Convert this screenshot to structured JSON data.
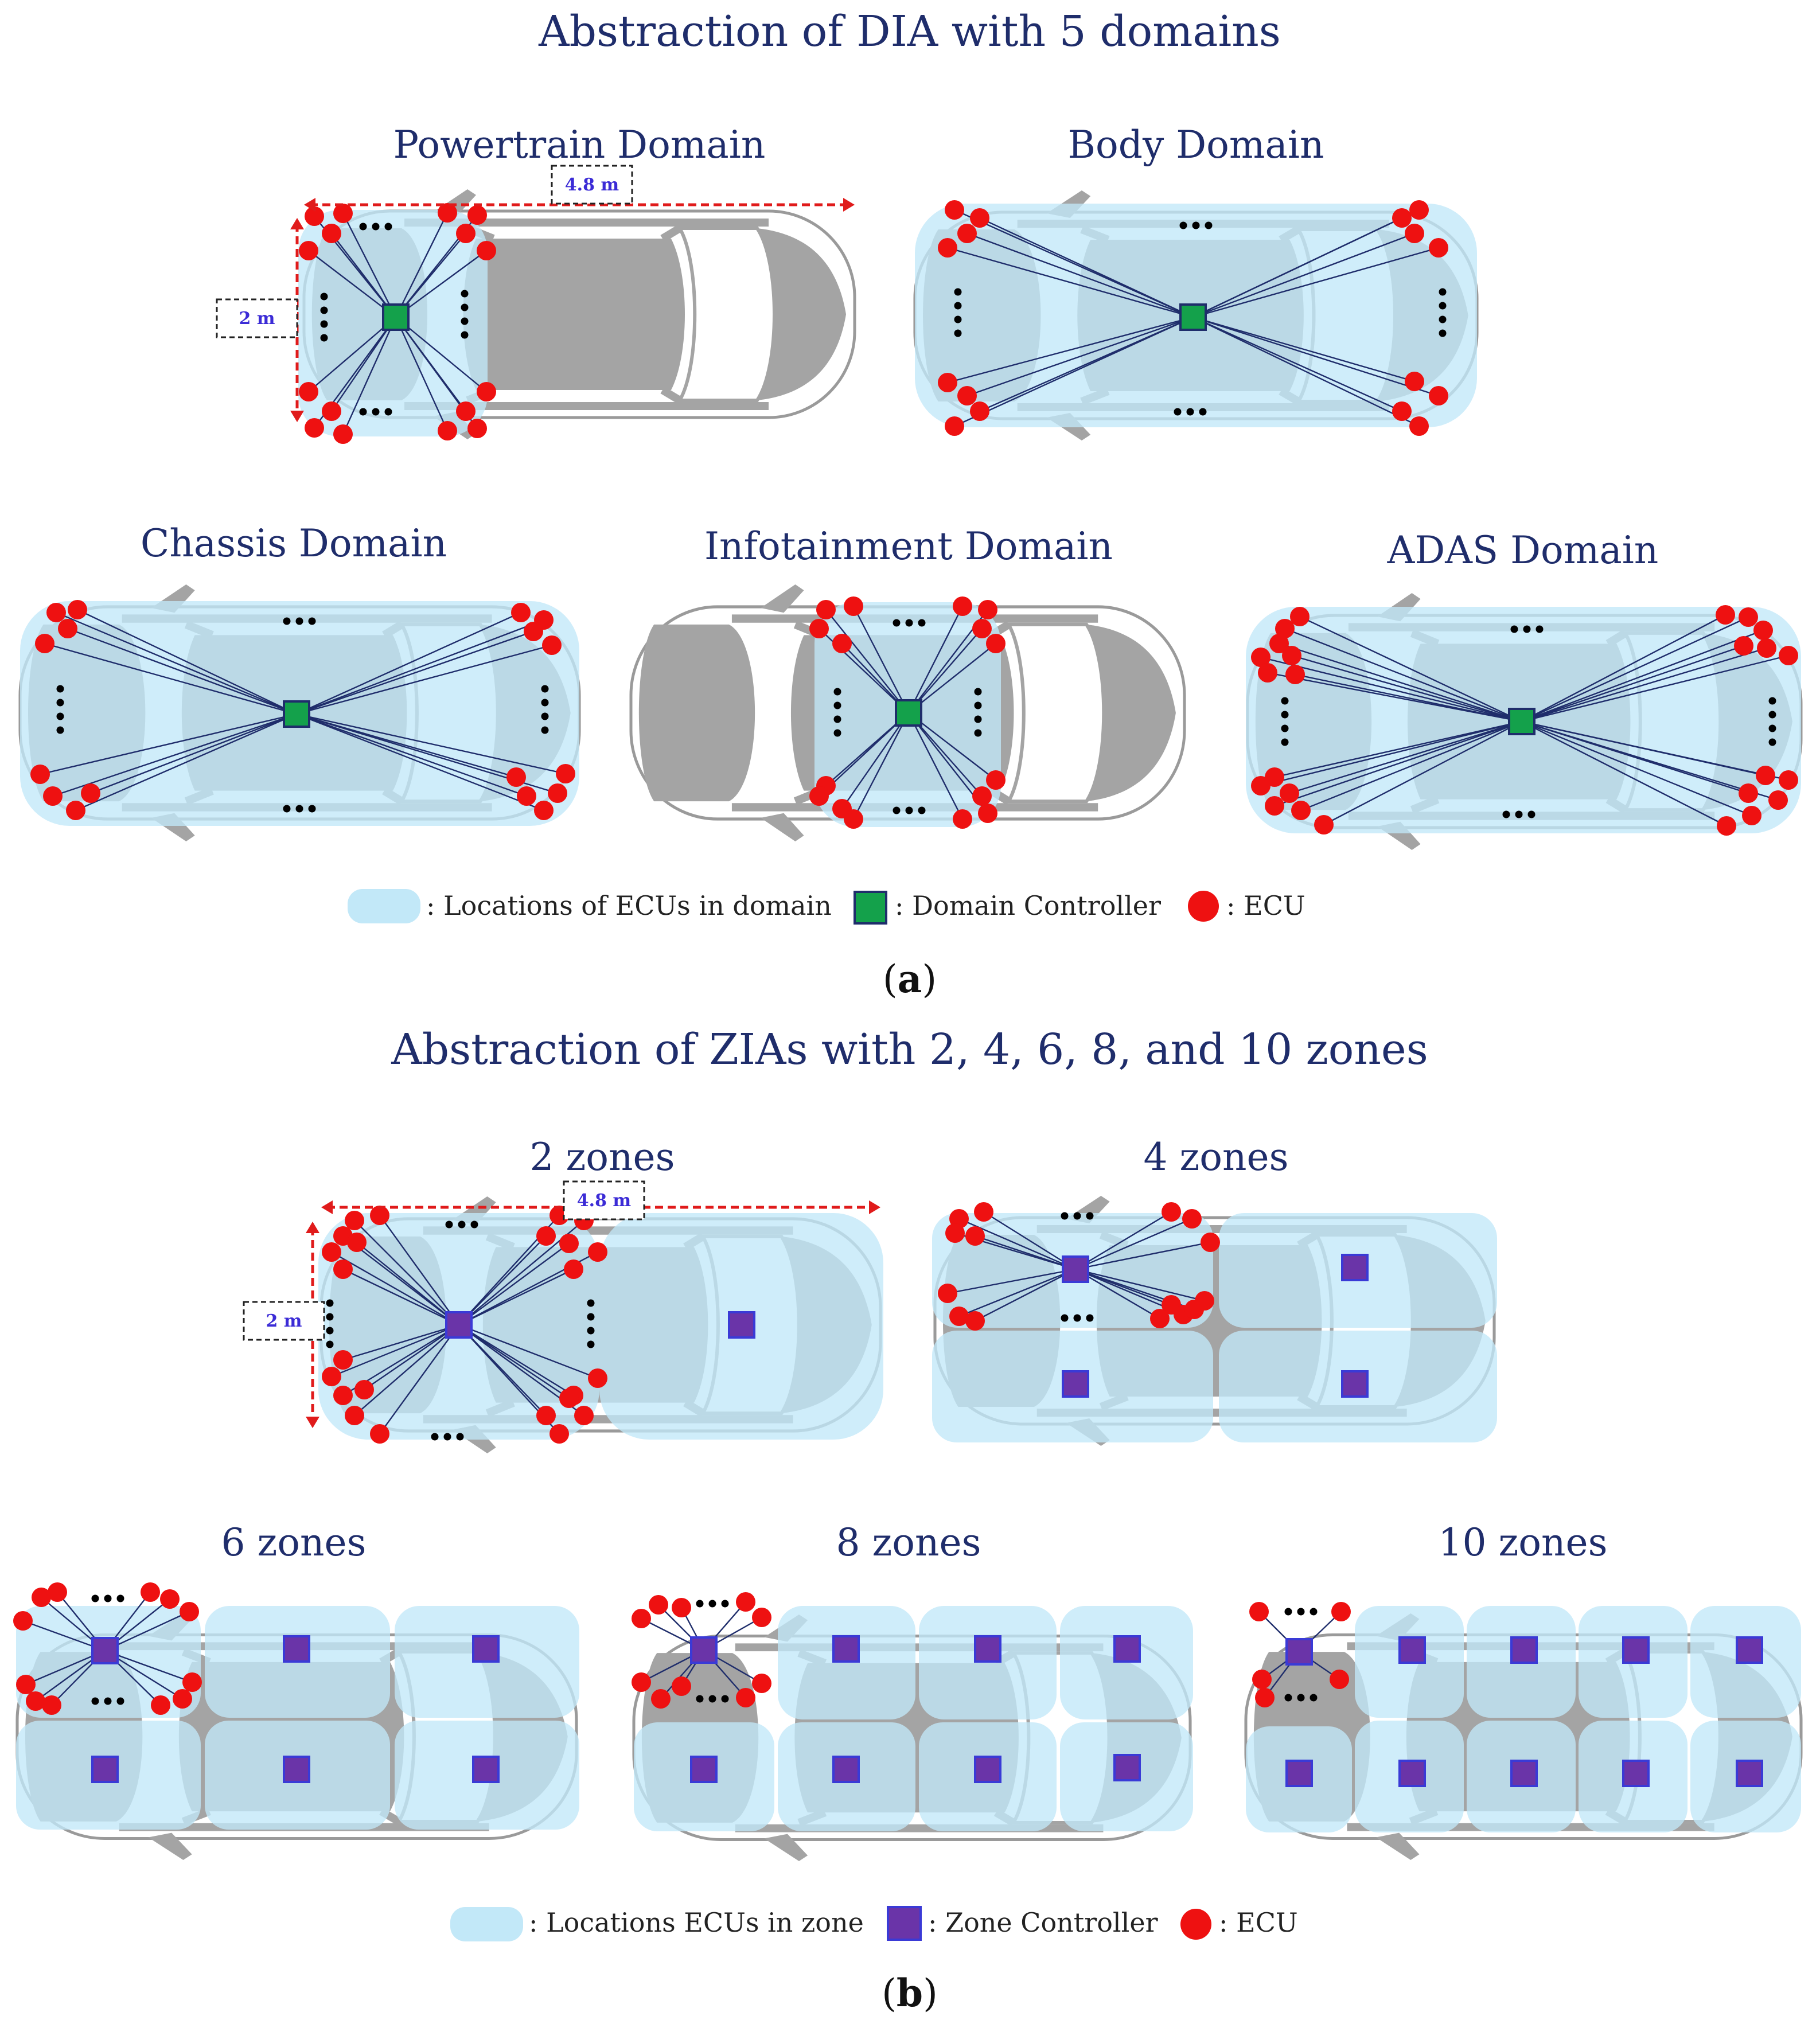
{
  "section_a": {
    "title": "Abstraction of DIA with 5 domains",
    "caption_open": "(",
    "caption_letter": "a",
    "caption_close": ")",
    "diagrams": [
      {
        "id": "powertrain",
        "label": "Powertrain Domain"
      },
      {
        "id": "body",
        "label": "Body Domain"
      },
      {
        "id": "chassis",
        "label": "Chassis Domain"
      },
      {
        "id": "infotainment",
        "label": "Infotainment Domain"
      },
      {
        "id": "adas",
        "label": "ADAS Domain"
      }
    ],
    "legend": {
      "locations": ": Locations of ECUs in domain",
      "controller": ": Domain Controller",
      "ecu": ": ECU"
    },
    "dimensions": {
      "length": "4.8 m",
      "width": "2 m"
    }
  },
  "section_b": {
    "title": "Abstraction of ZIAs with 2, 4, 6, 8, and 10 zones",
    "caption_open": "(",
    "caption_letter": "b",
    "caption_close": ")",
    "diagrams": [
      {
        "id": "z2",
        "label": "2 zones"
      },
      {
        "id": "z4",
        "label": "4 zones"
      },
      {
        "id": "z6",
        "label": "6 zones"
      },
      {
        "id": "z8",
        "label": "8 zones"
      },
      {
        "id": "z10",
        "label": "10 zones"
      }
    ],
    "legend": {
      "locations": ": Locations ECUs in zone",
      "controller": ": Zone Controller",
      "ecu": ": ECU"
    },
    "dimensions": {
      "length": "4.8 m",
      "width": "2 m"
    }
  },
  "colors": {
    "zone_fill": "#c2e8f8",
    "domain_controller": "#14a14b",
    "zone_controller": "#6a34a8",
    "ecu": "#ee1111",
    "car_body": "#a4a4a4",
    "wire": "#1f2d6b",
    "title_text": "#1f2d6b",
    "dimension_arrow": "#e01b1b"
  }
}
